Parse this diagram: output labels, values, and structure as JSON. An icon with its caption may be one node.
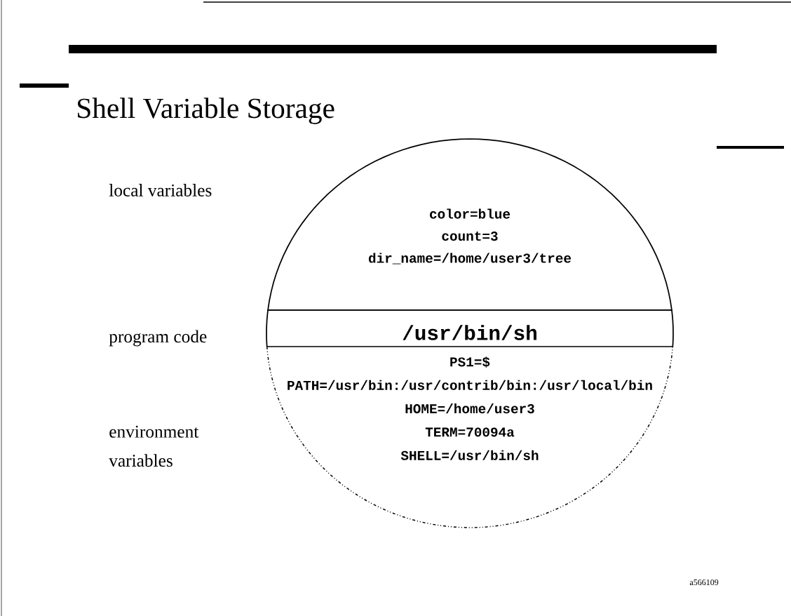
{
  "diagram": {
    "title": "Shell Variable Storage",
    "nodes": [
      {
        "text": [
          "color=blue",
          "count=3",
          "dir_name=/home/user3/tree"
        ],
        "beside": [
          "local variables"
        ]
      },
      {
        "text": [
          "/usr/bin/sh"
        ],
        "beside": [
          "program code"
        ]
      },
      {
        "text": [
          "PS1=$",
          "PATH=/usr/bin:/usr/contrib/bin:/usr/local/bin",
          "HOME=/home/user3",
          "TERM=70094a",
          "SHELL=/usr/bin/sh"
        ],
        "beside": [
          "environment variables"
        ]
      }
    ],
    "labels": [
      "a566109"
    ]
  }
}
